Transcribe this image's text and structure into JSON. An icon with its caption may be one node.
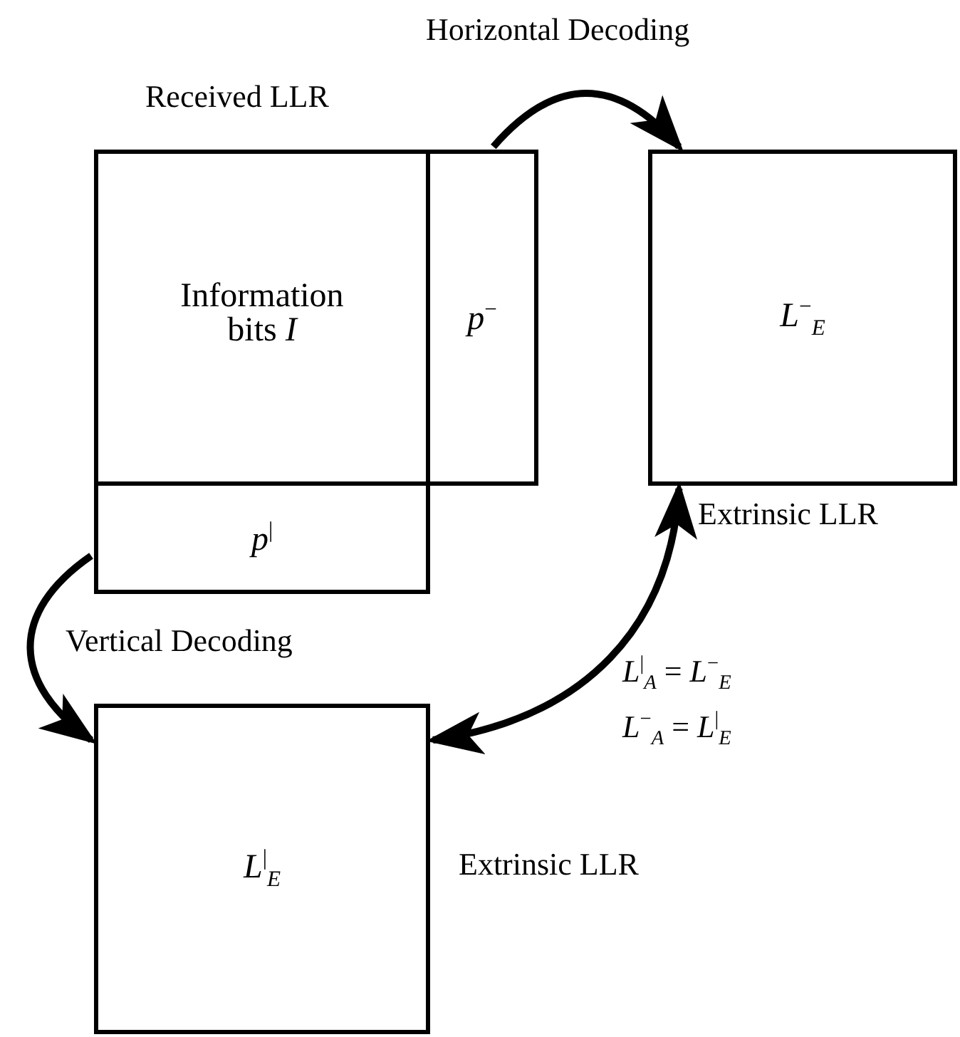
{
  "diagram": {
    "nodes": [
      {
        "text": [
          "Information bits *I*"
        ]
      },
      {
        "text": [
          "*p*$^{−}$"
        ]
      },
      {
        "text": [
          "*p*$^{|}$"
        ]
      },
      {
        "text": [
          "*L*$^{−}$$_{E}$"
        ],
        "beside": [
          "Extrinsic LLR"
        ]
      },
      {
        "text": [
          "*L*$^{|}$$_{E}$"
        ],
        "beside": [
          "Extrinsic LLR"
        ]
      }
    ],
    "edges": [
      {
        "from": 1,
        "to": 3,
        "arrow": "to",
        "label": "Horizontal Decoding"
      },
      {
        "from": 2,
        "to": 4,
        "arrow": "to",
        "label": "Vertical Decoding"
      },
      {
        "from": 3,
        "to": 4,
        "arrow": "both"
      }
    ],
    "labels": [
      "Received LLR",
      "*L*$^{|}$$_{A}$ = *L*$^{−}$$_{E}$",
      "*L*$^{−}$$_{A}$ = *L*$^{|}$$_{E}$"
    ]
  }
}
